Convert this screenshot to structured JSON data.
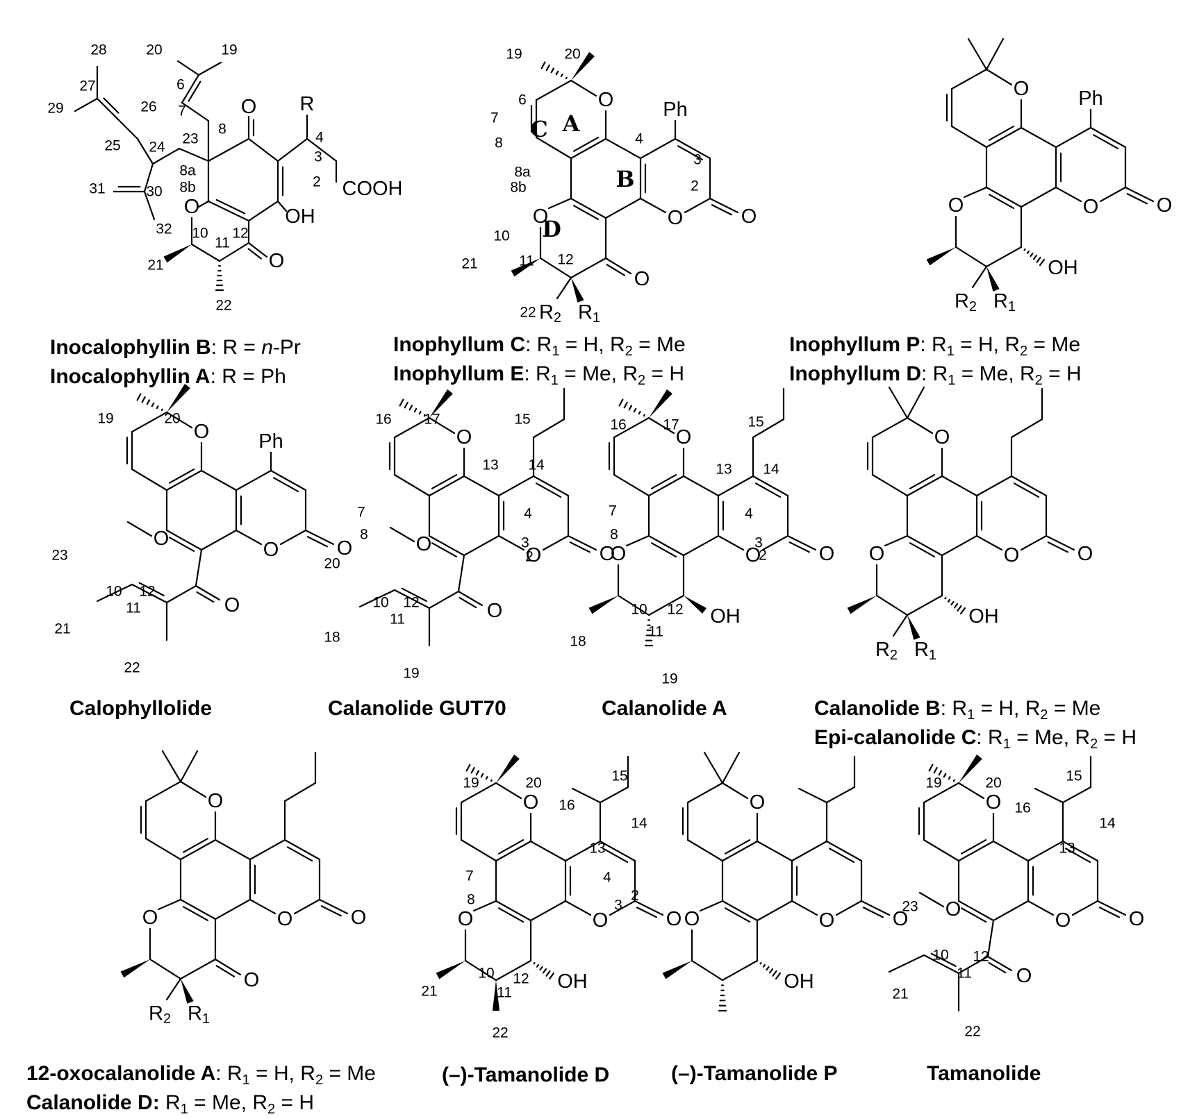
{
  "color_palette": {
    "background": "#ffffff",
    "ink": "#000000"
  },
  "captions": {
    "inocalophyllin": {
      "b_name": "Inocalophyllin B",
      "b_rest": ": R = ",
      "b_italic": "n",
      "b_tail": "-Pr",
      "a_name": "Inocalophyllin A",
      "a_rest": ": R = Ph"
    },
    "inophyllum_ce": {
      "c_name": "Inophyllum C",
      "e_name": "Inophyllum E"
    },
    "inophyllum_pd": {
      "p_name": "Inophyllum P",
      "d_name": "Inophyllum D"
    },
    "calophyllolide": "Calophyllolide",
    "calanolide_gut70": "Calanolide GUT70",
    "calanolide_a": "Calanolide A",
    "calanolide_b": {
      "b_name": "Calanolide B",
      "c_name": "Epi-calanolide C"
    },
    "oxocalanolide": {
      "a_name": "12-oxocalanolide A",
      "d_name": "Calanolide D:"
    },
    "tamanolide_d": "(–)-Tamanolide D",
    "tamanolide_p": "(–)-Tamanolide P",
    "tamanolide": "Tamanolide"
  },
  "substituents": {
    "r1h": ": R",
    "r1h_sub": "1",
    "r1h_mid": " = H, R",
    "r2_sub": "2",
    "me_end": " = Me",
    "r1me": ": R",
    "r1me_mid": " = Me, R",
    "h_end": " = H",
    "r1me_colonless": " R"
  },
  "atoms": {
    "O": "O",
    "OH": "OH",
    "Ph": "Ph",
    "R": "R",
    "COOH": "COOH",
    "R1": "R",
    "R2": "R",
    "sub1": "1",
    "sub2": "2"
  },
  "ring_labels": {
    "A": "A",
    "B": "B",
    "C": "C",
    "D": "D"
  },
  "locants": {
    "inocalophyllin": [
      "28",
      "27",
      "29",
      "20",
      "19",
      "6",
      "7",
      "26",
      "25",
      "24",
      "23",
      "8",
      "8a",
      "8b",
      "31",
      "30",
      "32",
      "10",
      "11",
      "12",
      "4",
      "3",
      "2",
      "21",
      "22"
    ],
    "inophyllum": [
      "19",
      "20",
      "6",
      "7",
      "8",
      "8a",
      "8b",
      "4",
      "3",
      "2",
      "10",
      "11",
      "12",
      "21",
      "22"
    ],
    "calophyllolide": [
      "19",
      "20",
      "23",
      "10",
      "12",
      "11",
      "21",
      "22"
    ],
    "gut70": [
      "16",
      "17",
      "15",
      "14",
      "13",
      "7",
      "8",
      "4",
      "3",
      "2",
      "20",
      "10",
      "11",
      "12",
      "18",
      "19"
    ],
    "calanolide_a": [
      "16",
      "17",
      "15",
      "14",
      "13",
      "7",
      "8",
      "4",
      "3",
      "2",
      "10",
      "11",
      "12",
      "18",
      "19"
    ],
    "tamanolide_d": [
      "19",
      "20",
      "15",
      "16",
      "14",
      "13",
      "7",
      "8",
      "4",
      "3",
      "2",
      "10",
      "11",
      "12",
      "21",
      "22"
    ],
    "tamanolide": [
      "19",
      "20",
      "15",
      "16",
      "14",
      "13",
      "23",
      "10",
      "11",
      "12",
      "21",
      "22"
    ]
  }
}
